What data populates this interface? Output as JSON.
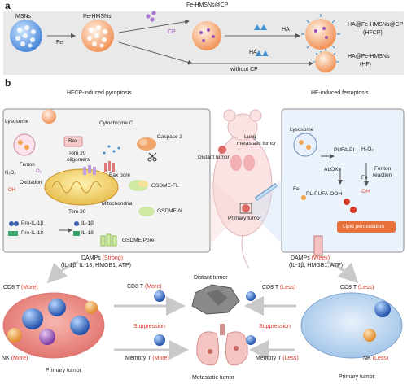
{
  "panel_a": {
    "label": "a",
    "msns": "MSNs",
    "fe_hmsns": "Fe-HMSNs",
    "fe": "Fe",
    "fe_hmsns_cp": "Fe-HMSNs@CP",
    "cp": "CP",
    "ha_top": "HA",
    "hfcp_name": "HA@Fe-HMSNs@CP",
    "hfcp_abbr": "(HFCP)",
    "ha_bottom": "HA",
    "without_cp": "without CP",
    "hf_name": "HA@Fe-HMSNs",
    "hf_abbr": "(HF)"
  },
  "panel_b": {
    "label": "b",
    "left_title": "HFCP-induced pyroptosis",
    "right_title": "HF-induced ferroptosis",
    "lysosome_left": "Lysosome",
    "cytochrome_c": "Cytochrome C",
    "bax": "Bax",
    "caspase3": "Caspase 3",
    "tom20_oligomers_1": "Tom 20",
    "tom20_oligomers_2": "oligomers",
    "bax_pore": "Bax pore",
    "fenton_left": "Fenton",
    "h2o2_left": "H₂O₂",
    "o2": "O₂",
    "oh_left": "·OH",
    "oxidation": "Oxidation",
    "mitochondria": "Mitochondria",
    "tom20": "Tom 20",
    "gsdme_fl": "GSDME-FL",
    "gsdme_n": "GSDME-N",
    "pro_il1b": "Pro-IL-1β",
    "pro_il18": "Pro-IL-18",
    "il1b": "IL-1β",
    "il18": "IL-18",
    "gsdme_pore": "GSDME Pore",
    "damps_left_prefix": "DAMPs",
    "damps_left_level": "(Strong)",
    "damps_left_list": "(IL-1β, IL-18, HMGB1, ATP)",
    "lung_1": "Lung",
    "lung_2": "metastatic tumor",
    "distant_tumor_mouse": "Distant tumor",
    "primary_tumor_mouse": "Primary tumor",
    "lysosome_right": "Lysosome",
    "pufa_pl": "PUFA-PL",
    "h2o2_right": "H₂O₂",
    "fe_right_1": "Fe",
    "alox": "ALOXs",
    "fe_right_2": "Fe",
    "fenton_r1": "Fenton",
    "fenton_r2": "reaction",
    "pl_pufa_ooh": "PL-PUFA-OOH",
    "oh_right": "·OH",
    "lipid_peroxidation": "Lipid peroxidation",
    "damps_right_prefix": "DAMPs",
    "damps_right_level": "(Week)",
    "damps_right_list": "(IL-1β, HMGB1, ATP)",
    "cd8_left_prefix": "CD8 T",
    "cd8_left_level": "(More)",
    "nk_left_prefix": "NK",
    "nk_left_level": "(More)",
    "primary_tumor_left": "Primary tumor",
    "cd8_mid_left_prefix": "CD8 T",
    "cd8_mid_left_level": "(More)",
    "suppression_left": "Suppression",
    "memory_left_prefix": "Memory T",
    "memory_left_level": "(More)",
    "distant_tumor_center": "Distant tumor",
    "metastatic_tumor": "Metastatic tumor",
    "cd8_mid_right_prefix": "CD8 T",
    "cd8_mid_right_level": "(Less)",
    "suppression_right": "Suppression",
    "memory_right_prefix": "Memory T",
    "memory_right_level": "(Less)",
    "cd8_right_prefix": "CD8 T",
    "cd8_right_level": "(Less)",
    "nk_right_prefix": "NK",
    "nk_right_level": "(Less)",
    "primary_tumor_right": "Primary tumor"
  },
  "colors": {
    "accent_red": "#d93a2b",
    "cp_purple": "#9a4fb8",
    "ha_blue": "#3f8fd0",
    "panel_border": "#8c8c8c",
    "left_panel_bg": "#f3f3f3",
    "right_panel_bg": "#eaf2fb"
  }
}
